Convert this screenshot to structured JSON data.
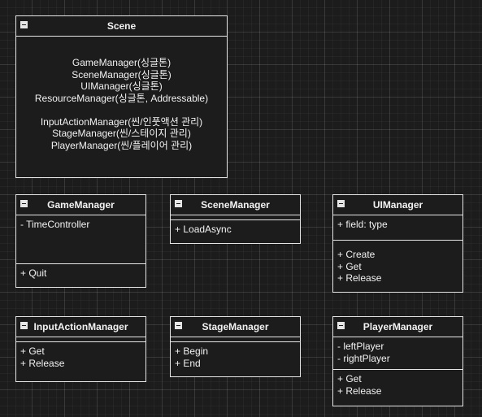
{
  "scene": {
    "title": "Scene",
    "lines": [
      "GameManager(싱글톤)",
      "SceneManager(싱글톤)",
      "UIManager(싱글톤)",
      "ResourceManager(싱글톤, Addressable)",
      "",
      "InputActionManager(씬/인풋액션 관리)",
      "StageManager(씬/스테이지 관리)",
      "PlayerManager(씬/플레이어 관리)"
    ]
  },
  "classes": {
    "game_manager": {
      "title": "GameManager",
      "attributes": [
        "- TimeController"
      ],
      "methods": [
        "+ Quit"
      ]
    },
    "scene_manager": {
      "title": "SceneManager",
      "attributes": [],
      "methods": [
        "+ LoadAsync"
      ]
    },
    "ui_manager": {
      "title": "UIManager",
      "attributes": [
        "+ field: type"
      ],
      "methods": [
        "+ Create",
        "+ Get",
        "+ Release"
      ]
    },
    "input_action_manager": {
      "title": "InputActionManager",
      "attributes": [],
      "methods": [
        "+ Get",
        "+ Release"
      ]
    },
    "stage_manager": {
      "title": "StageManager",
      "attributes": [],
      "methods": [
        "+ Begin",
        "+ End"
      ]
    },
    "player_manager": {
      "title": "PlayerManager",
      "attributes": [
        "- leftPlayer",
        "- rightPlayer"
      ],
      "methods": [
        "+ Get",
        "+ Release"
      ]
    }
  },
  "colors": {
    "background": "#1c1c1c",
    "stroke": "#e6e6e6",
    "text": "#f2f2f2"
  }
}
